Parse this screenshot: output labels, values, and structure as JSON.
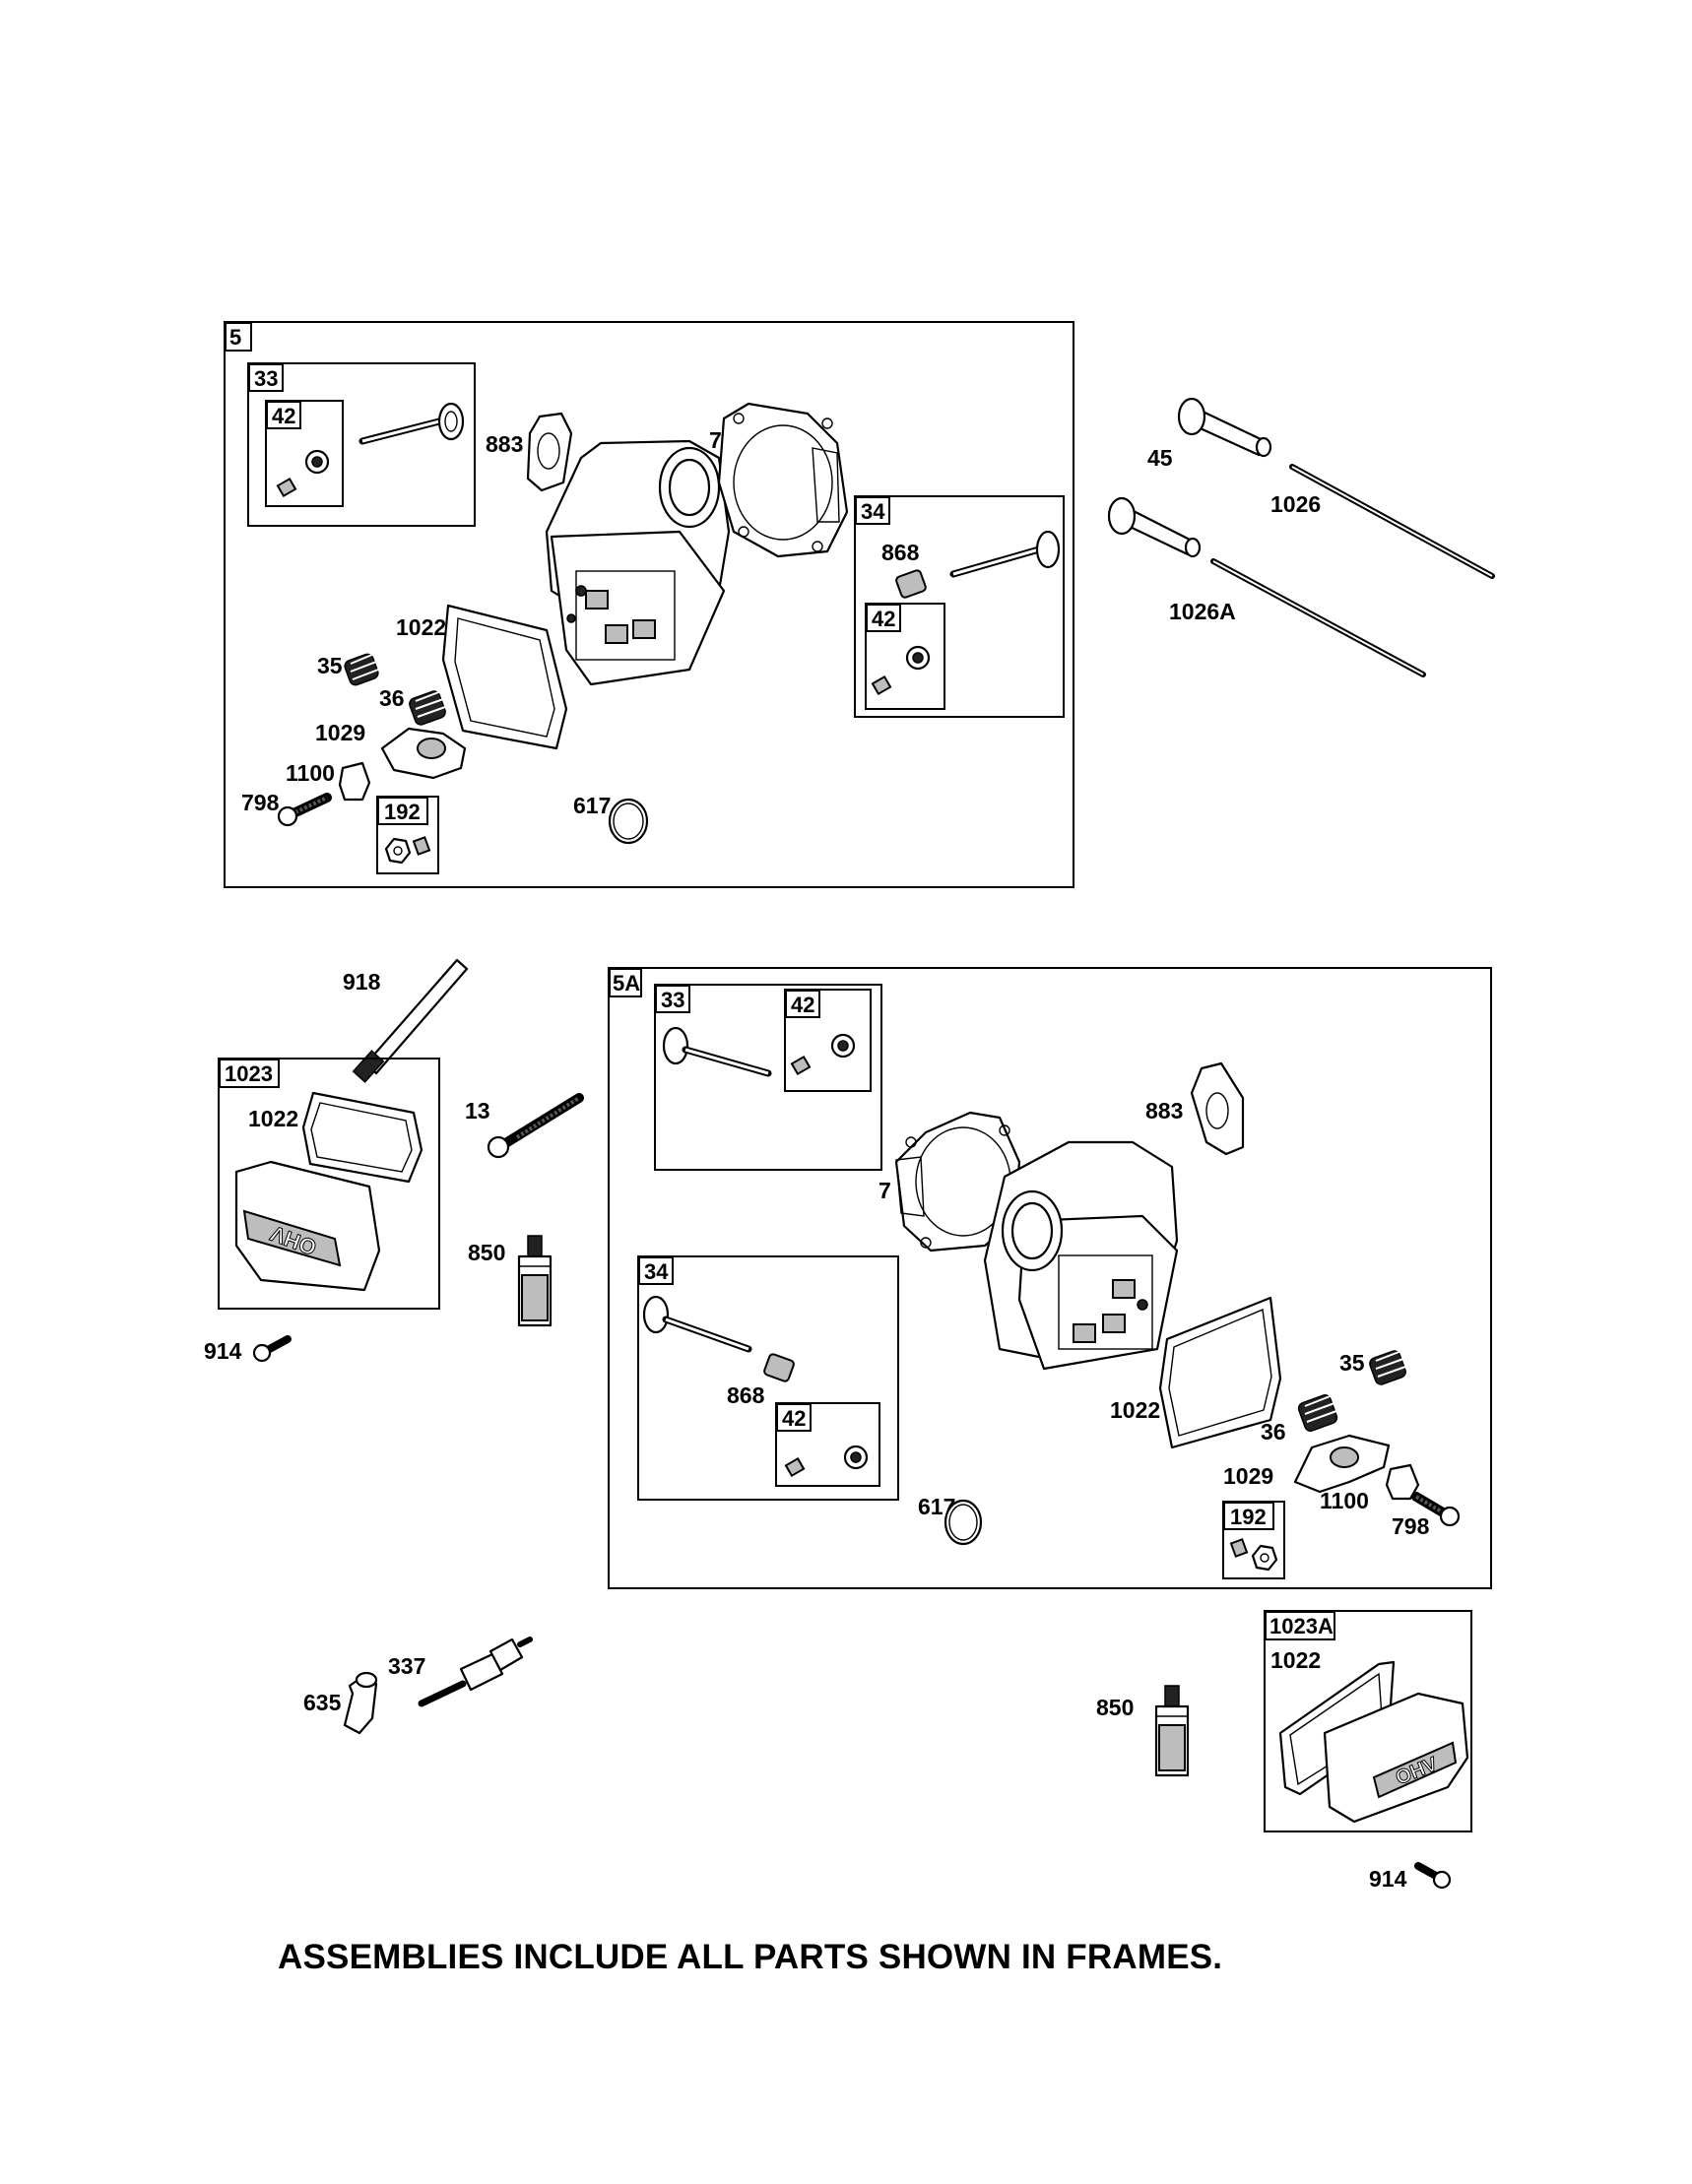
{
  "frames": {
    "f5": "5",
    "f5_33": "33",
    "f5_42a": "42",
    "f5_34": "34",
    "f5_42b": "42",
    "f5_192": "192",
    "f5a": "5A",
    "f5a_33": "33",
    "f5a_42a": "42",
    "f5a_34": "34",
    "f5a_42b": "42",
    "f5a_192": "192",
    "f1023": "1023",
    "f1023a": "1023A"
  },
  "callouts": {
    "c5_883": "883",
    "c5_7": "7",
    "c5_868": "868",
    "c5_1022": "1022",
    "c5_35": "35",
    "c5_36": "36",
    "c5_1029": "1029",
    "c5_1100": "1100",
    "c5_798": "798",
    "c5_617": "617",
    "c45": "45",
    "c1026": "1026",
    "c1026a": "1026A",
    "c918": "918",
    "c1023_1022": "1022",
    "c13": "13",
    "c850a": "850",
    "c914a": "914",
    "c5a_883": "883",
    "c5a_7": "7",
    "c5a_868": "868",
    "c5a_1022": "1022",
    "c5a_35": "35",
    "c5a_36": "36",
    "c5a_1029": "1029",
    "c5a_1100": "1100",
    "c5a_798": "798",
    "c5a_617": "617",
    "c337": "337",
    "c635": "635",
    "c850b": "850",
    "c1023a_1022": "1022",
    "c914b": "914"
  },
  "logo_text": "OHV",
  "footer": "ASSEMBLIES INCLUDE ALL PARTS SHOWN IN FRAMES."
}
